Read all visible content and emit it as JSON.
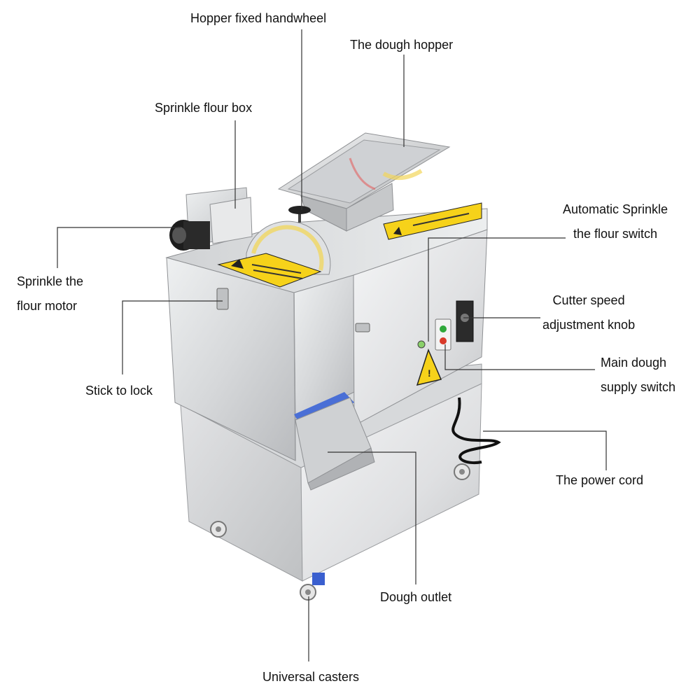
{
  "callouts": {
    "hopper_handwheel": "Hopper fixed handwheel",
    "dough_hopper": "The dough hopper",
    "flour_box": "Sprinkle flour box",
    "flour_motor": [
      "Sprinkle the",
      "flour motor"
    ],
    "stick_lock": "Stick to lock",
    "auto_sprinkle_switch": [
      "Automatic Sprinkle",
      "the flour switch"
    ],
    "cutter_speed_knob": [
      "Cutter speed",
      "adjustment knob"
    ],
    "main_supply_switch": [
      "Main dough",
      "supply switch"
    ],
    "power_cord": "The power cord",
    "dough_outlet": "Dough outlet",
    "universal_casters": "Universal casters"
  },
  "colors": {
    "steel_light": "#e4e5e6",
    "steel_mid": "#c8c9cb",
    "steel_dark": "#a6a8ab",
    "warning_yellow": "#f6d21a",
    "caster_blue": "#3a5fcf",
    "leader_line": "#333333"
  }
}
